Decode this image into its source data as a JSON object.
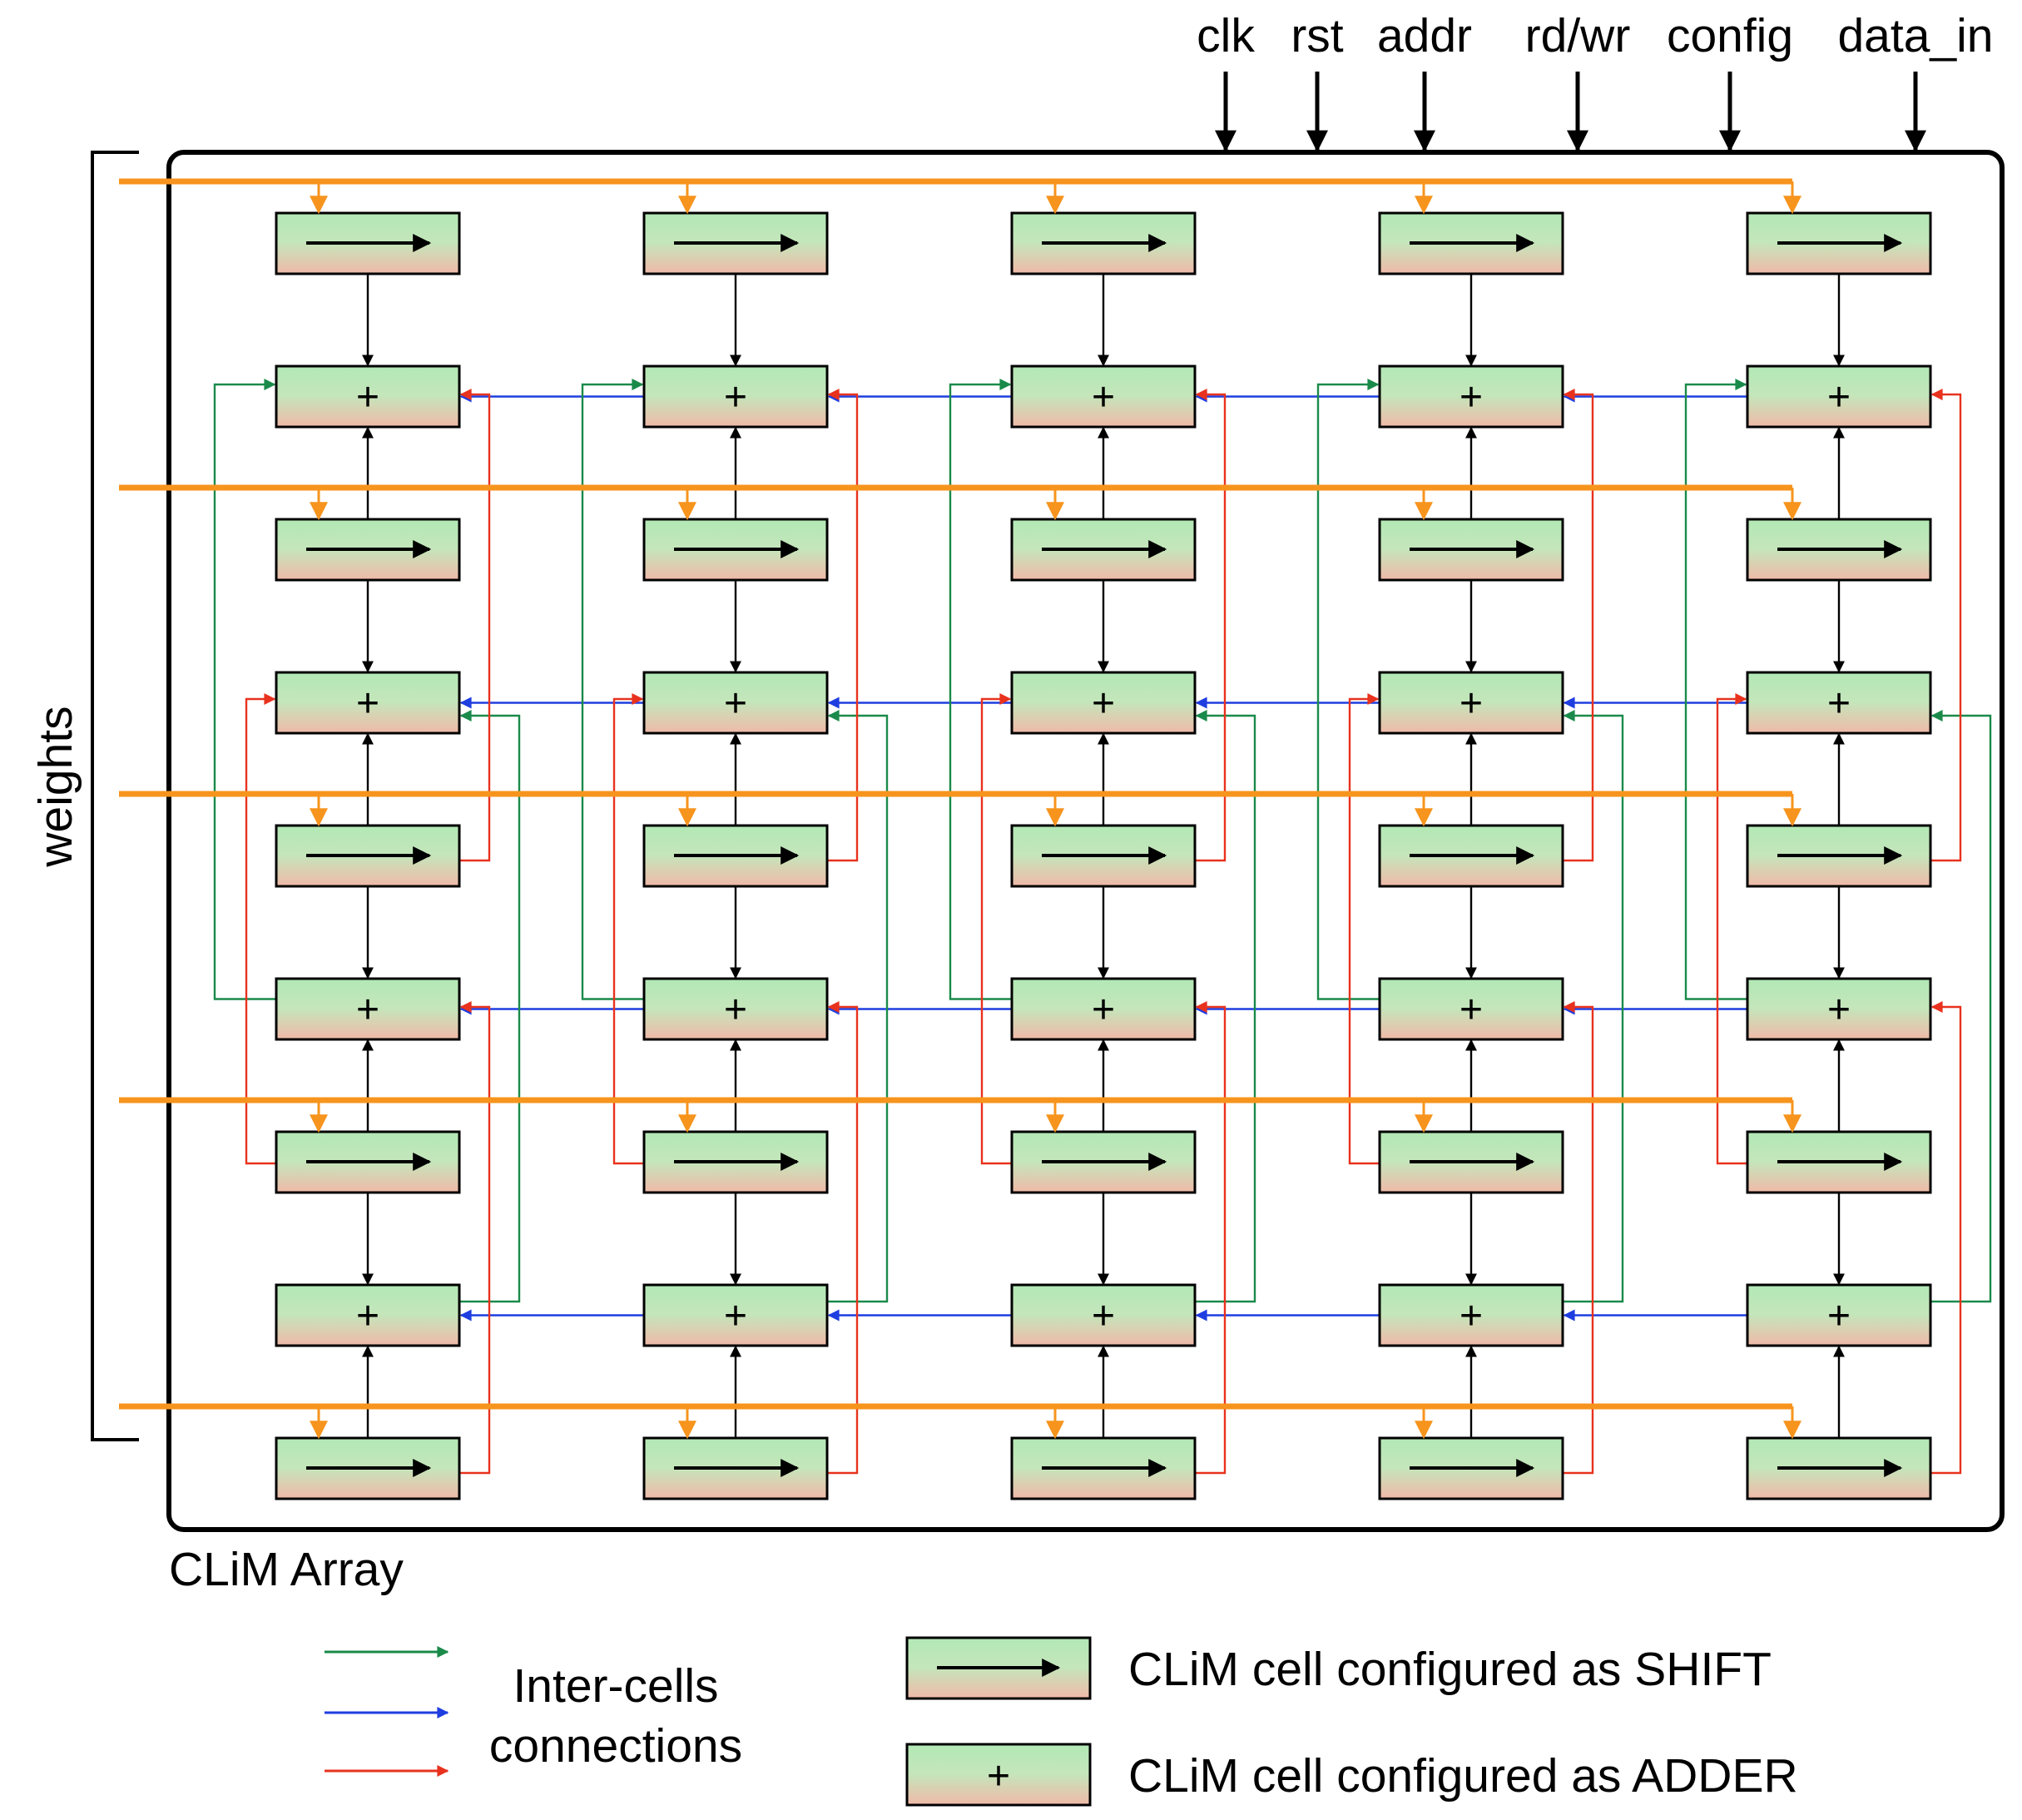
{
  "signals": [
    "clk",
    "rst",
    "addr",
    "rd/wr",
    "config",
    "data_in"
  ],
  "weights_label": "weights",
  "array_label": "CLiM Array",
  "cell_plus_symbol": "+",
  "legend": {
    "connections_line1": "Inter-cells",
    "connections_line2": "connections",
    "shift_label": "CLiM cell configured as SHIFT",
    "adder_label": "CLiM cell configured as ADDER"
  },
  "grid": {
    "columns": 5,
    "rows": 9,
    "row_types": [
      "shift",
      "adder",
      "shift",
      "adder",
      "shift",
      "adder",
      "shift",
      "adder",
      "shift"
    ]
  },
  "colors": {
    "weights_bus": "#f7941d",
    "green_link": "#1a8a4a",
    "blue_link": "#1f3ee0",
    "red_link": "#e8321e",
    "cell_top": "#b2e8b5",
    "cell_bottom": "#f0b9a8"
  }
}
